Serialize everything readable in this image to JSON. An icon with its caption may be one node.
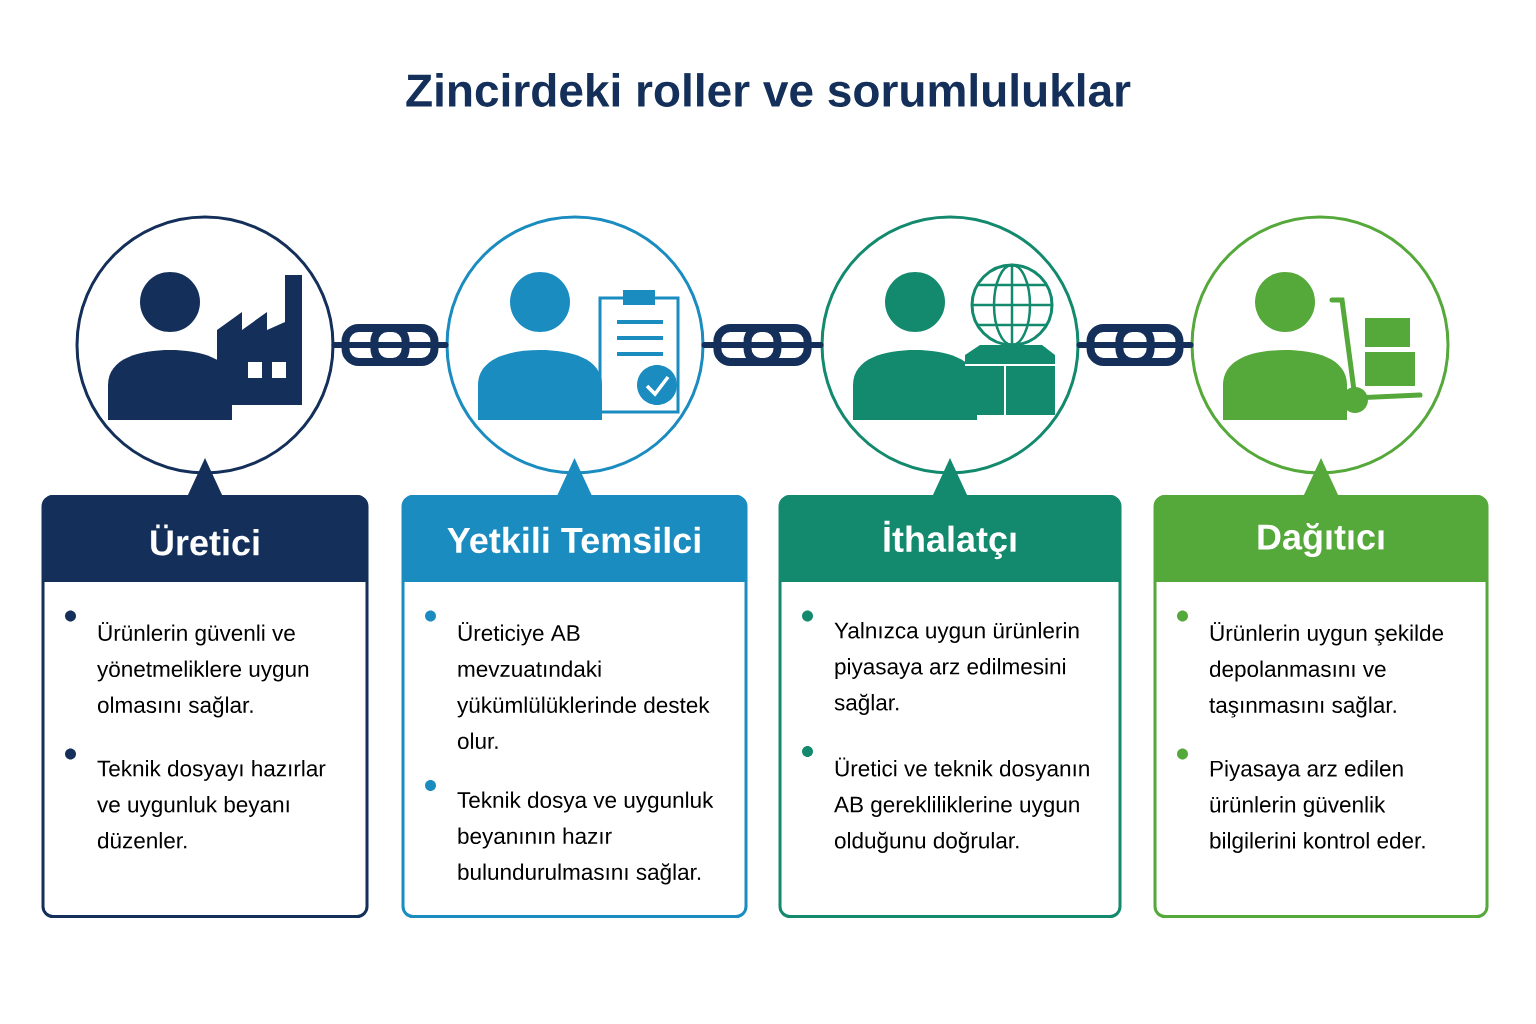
{
  "diagram": {
    "title": "Zincirdeki roller ve sorumluluklar",
    "nodes": [
      {
        "text": [],
        "shape": "circle"
      },
      {
        "text": [],
        "shape": "circle"
      },
      {
        "text": [],
        "shape": "circle"
      },
      {
        "text": [],
        "shape": "circle"
      },
      {
        "text": [
          "Üretici",
          "Ürünlerin güvenli ve yönetmeliklere uygun olmasını sağlar.",
          "Teknik dosyayı hazırlar ve uygunluk beyanı düzenler."
        ]
      },
      {
        "text": [
          "Yetkili Temsilci",
          "Üreticiye AB mevzuatındaki yükümlülüklerinde destek olur.",
          "Teknik dosya ve uygunluk beyanının hazır bulundurulmasını sağlar."
        ]
      },
      {
        "text": [
          "İthalatçı",
          "Yalnızca uygun ürünlerin piyasaya arz edilmesini sağlar.",
          "Üretici ve teknik dosyanın AB gerekliliklerine uygun olduğunu doğrular."
        ]
      },
      {
        "text": [
          "Dağıtıcı",
          "Ürünlerin uygun şekilde depolanmasını ve taşınmasını sağlar.",
          "Piyasaya arz edilen ürünlerin güvenlik bilgilerini kontrol eder."
        ]
      }
    ],
    "edges": [
      {
        "from": 0,
        "to": 1,
        "arrow": "none"
      },
      {
        "from": 1,
        "to": 2,
        "arrow": "none"
      },
      {
        "from": 2,
        "to": 3,
        "arrow": "none"
      }
    ]
  }
}
